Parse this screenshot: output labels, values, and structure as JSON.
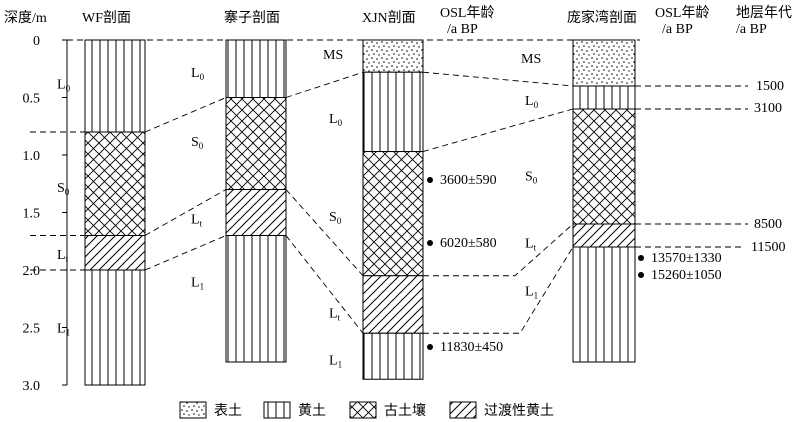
{
  "depth_axis": {
    "label": "深度/m",
    "ticks": [
      "0",
      "0.5",
      "1.0",
      "1.5",
      "2.0",
      "2.5",
      "3.0"
    ]
  },
  "sections": {
    "wf": {
      "title": "WF剖面",
      "layers": [
        {
          "type": "loess",
          "top": 0,
          "bottom": 0.8
        },
        {
          "type": "paleosol",
          "top": 0.8,
          "bottom": 1.7
        },
        {
          "type": "transitional",
          "top": 1.7,
          "bottom": 2.0
        },
        {
          "type": "loess",
          "top": 2.0,
          "bottom": 3.0
        }
      ]
    },
    "zhaizi": {
      "title": "寨子剖面",
      "layers": [
        {
          "type": "loess",
          "top": 0,
          "bottom": 0.5
        },
        {
          "type": "paleosol",
          "top": 0.5,
          "bottom": 1.3
        },
        {
          "type": "transitional",
          "top": 1.3,
          "bottom": 1.7
        },
        {
          "type": "loess",
          "top": 1.7,
          "bottom": 2.8
        }
      ]
    },
    "xjn": {
      "title": "XJN剖面",
      "layers": [
        {
          "type": "topsoil",
          "top": 0,
          "bottom": 0.28
        },
        {
          "type": "loess",
          "top": 0.28,
          "bottom": 0.97
        },
        {
          "type": "paleosol",
          "top": 0.97,
          "bottom": 2.05
        },
        {
          "type": "transitional",
          "top": 2.05,
          "bottom": 2.55
        },
        {
          "type": "loess",
          "top": 2.55,
          "bottom": 2.95
        }
      ]
    },
    "pangjiawan": {
      "title": "庞家湾剖面",
      "layers": [
        {
          "type": "topsoil",
          "top": 0,
          "bottom": 0.4
        },
        {
          "type": "loess",
          "top": 0.4,
          "bottom": 0.6
        },
        {
          "type": "paleosol",
          "top": 0.6,
          "bottom": 1.6
        },
        {
          "type": "transitional",
          "top": 1.6,
          "bottom": 1.8
        },
        {
          "type": "loess",
          "top": 1.8,
          "bottom": 2.8
        }
      ]
    }
  },
  "layer_labels": {
    "wf": [
      {
        "base": "L",
        "sub": "0",
        "depth": 0.38
      },
      {
        "base": "S",
        "sub": "0",
        "depth": 1.28
      },
      {
        "base": "L",
        "sub": "t",
        "depth": 1.86
      },
      {
        "base": "L",
        "sub": "1",
        "depth": 2.5
      }
    ],
    "zhaizi": [
      {
        "base": "L",
        "sub": "0",
        "depth": 0.28
      },
      {
        "base": "S",
        "sub": "0",
        "depth": 0.88
      },
      {
        "base": "L",
        "sub": "t",
        "depth": 1.55
      },
      {
        "base": "L",
        "sub": "1",
        "depth": 2.1
      }
    ],
    "xjn": [
      {
        "base": "L",
        "sub": "0",
        "depth": 0.68
      },
      {
        "base": "S",
        "sub": "0",
        "depth": 1.53
      },
      {
        "base": "L",
        "sub": "t",
        "depth": 2.37
      },
      {
        "base": "L",
        "sub": "1",
        "depth": 2.78
      }
    ],
    "pangjiawan": [
      {
        "base": "L",
        "sub": "0",
        "depth": 0.52
      },
      {
        "base": "S",
        "sub": "0",
        "depth": 1.18
      },
      {
        "base": "L",
        "sub": "t",
        "depth": 1.76
      },
      {
        "base": "L",
        "sub": "1",
        "depth": 2.18
      }
    ]
  },
  "ms_labels": [
    {
      "text": "MS",
      "section": "xjn",
      "depth": 0.13
    },
    {
      "text": "MS",
      "section": "pangjiawan",
      "depth": 0.17
    }
  ],
  "osl_header_1": {
    "line1": "OSL年龄",
    "line2": "/a BP"
  },
  "osl_header_2": {
    "line1": "OSL年龄",
    "line2": "/a BP"
  },
  "strat_header": {
    "line1": "地层年代",
    "line2": "/a BP"
  },
  "osl_xjn": [
    {
      "text": "3600±590",
      "depth": 1.22
    },
    {
      "text": "6020±580",
      "depth": 1.77
    },
    {
      "text": "11830±450",
      "depth": 2.68
    }
  ],
  "osl_pangjiawan": [
    {
      "text": "13570±1330",
      "depth": 1.88
    },
    {
      "text": "15260±1050",
      "depth": 2.03
    }
  ],
  "strat_ages": [
    {
      "text": "1500",
      "depth": 0.4
    },
    {
      "text": "3100",
      "depth": 0.6
    },
    {
      "text": "8500",
      "depth": 1.6
    },
    {
      "text": "11500",
      "depth": 1.8
    }
  ],
  "legend": [
    {
      "type": "topsoil",
      "label": "表土"
    },
    {
      "type": "loess",
      "label": "黄土"
    },
    {
      "type": "paleosol",
      "label": "古土壤"
    },
    {
      "type": "transitional",
      "label": "过渡性黄土"
    }
  ]
}
